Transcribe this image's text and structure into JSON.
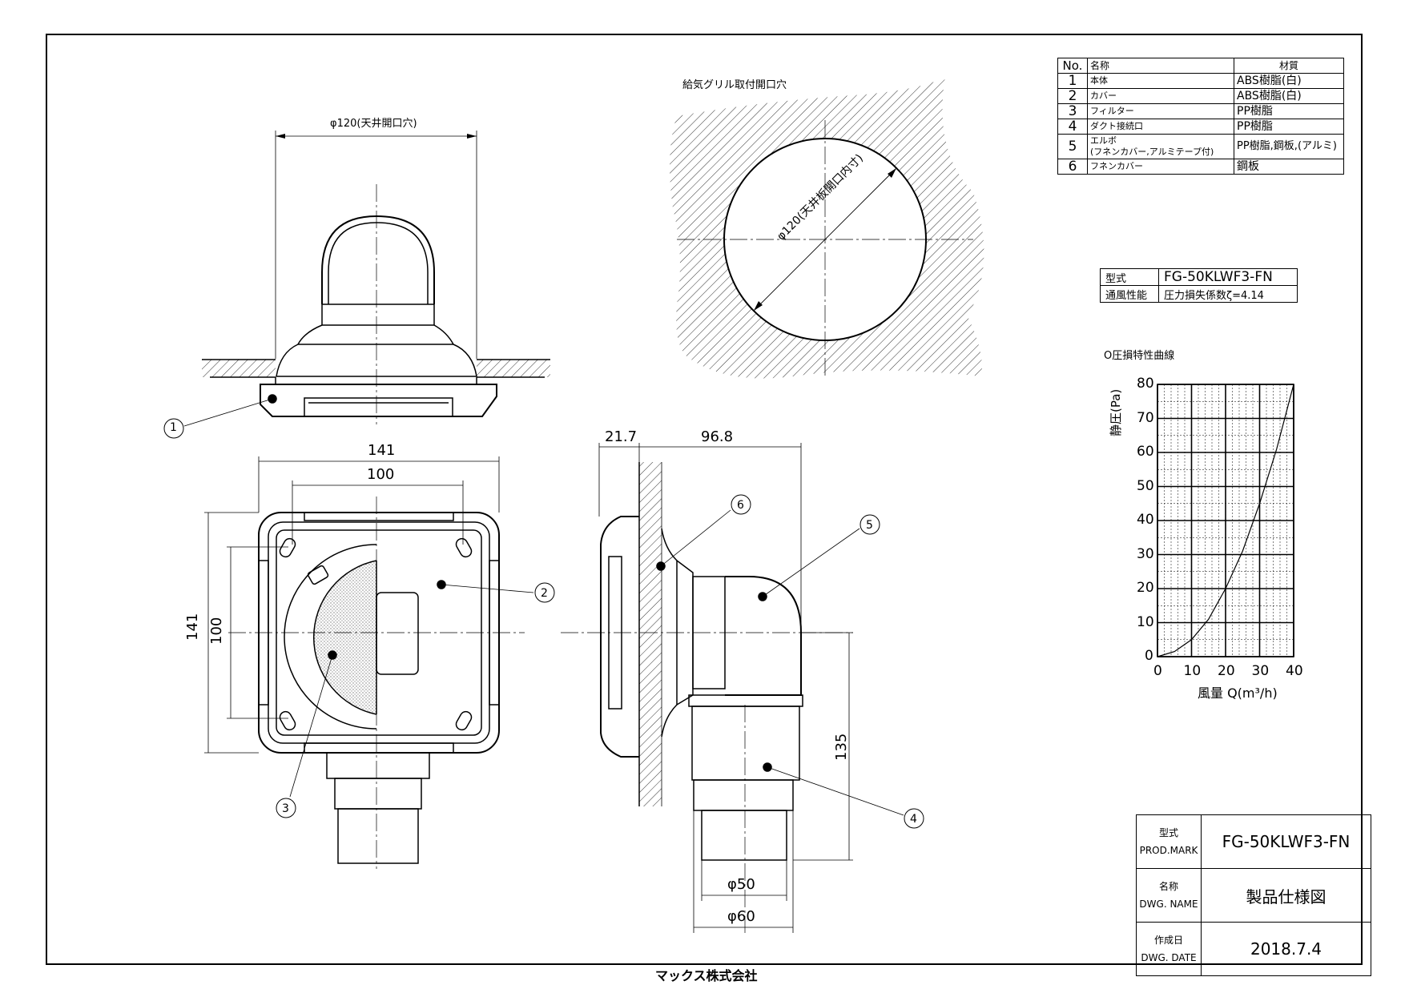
{
  "top_view": {
    "dim_opening": "φ120(天井開口穴)"
  },
  "hole_view": {
    "title": "給気グリル取付開口穴",
    "dim_label": "φ120(天井板開口内寸)"
  },
  "bottom_view": {
    "dim_w_outer": "141",
    "dim_w_inner": "100",
    "dim_h_outer": "141",
    "dim_h_inner": "100"
  },
  "side_view": {
    "dim_flange": "21.7",
    "dim_depth": "96.8",
    "dim_height": "135",
    "dim_d50": "φ50",
    "dim_d60": "φ60"
  },
  "balloons": [
    "1",
    "2",
    "3",
    "4",
    "5",
    "6"
  ],
  "parts_table": {
    "headers": [
      "No.",
      "名称",
      "材質"
    ],
    "rows": [
      {
        "no": "1",
        "name": "本体",
        "material": "ABS樹脂(白)"
      },
      {
        "no": "2",
        "name": "カバー",
        "material": "ABS樹脂(白)"
      },
      {
        "no": "3",
        "name": "フィルター",
        "material": "PP樹脂"
      },
      {
        "no": "4",
        "name": "ダクト接続口",
        "material": "PP樹脂"
      },
      {
        "no": "5",
        "name": "エルボ",
        "name2": "(フネンカバー,アルミテープ付)",
        "material": "PP樹脂,鋼板,(アルミ)"
      },
      {
        "no": "6",
        "name": "フネンカバー",
        "material": "鋼板"
      }
    ]
  },
  "spec_table": {
    "model_label": "型式",
    "model_value": "FG-50KLWF3-FN",
    "perf_label": "通風性能",
    "perf_value": "圧力損失係数ζ=4.14"
  },
  "chart_data": {
    "type": "line",
    "title": "O圧損特性曲線",
    "xlabel": "風量 Q(m³/h)",
    "ylabel": "静圧(Pa)",
    "xlim": [
      0,
      40
    ],
    "ylim": [
      0,
      80
    ],
    "x_ticks": [
      0,
      10,
      20,
      30,
      40
    ],
    "y_ticks": [
      0,
      10,
      20,
      30,
      40,
      50,
      60,
      70,
      80
    ],
    "grid": true,
    "series": [
      {
        "x": [
          0,
          5,
          10,
          15,
          20,
          25,
          30,
          35,
          40
        ],
        "y": [
          0,
          1.5,
          5,
          11,
          20,
          31,
          45,
          61,
          80
        ]
      }
    ]
  },
  "title_block": {
    "model_label_jp": "型式",
    "model_label_en": "PROD.MARK",
    "model_value": "FG-50KLWF3-FN",
    "name_label_jp": "名称",
    "name_label_en": "DWG. NAME",
    "name_value": "製品仕様図",
    "date_label_jp": "作成日",
    "date_label_en": "DWG. DATE",
    "date_value": "2018.7.4"
  },
  "company": "マックス株式会社"
}
